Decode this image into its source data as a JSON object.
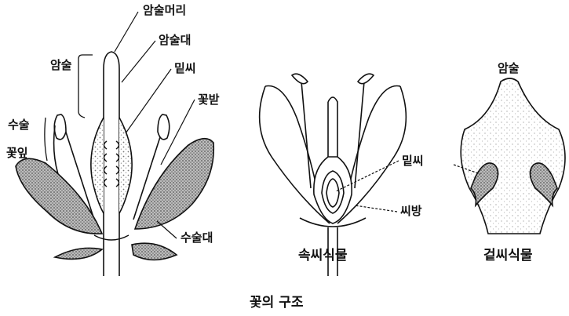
{
  "caption": "꽃의 구조",
  "flower": {
    "labels": {
      "stigma": "암술머리",
      "style": "암술대",
      "ovule": "밑씨",
      "receptacle": "꽃받",
      "pistil": "암술",
      "stamen": "수술",
      "petal": "꽃잎",
      "filament": "수술대"
    }
  },
  "angiosperm": {
    "title": "속씨식물",
    "labels": {
      "ovule": "밑씨",
      "ovary": "씨방"
    }
  },
  "gymnosperm": {
    "title": "겉씨식물",
    "labels": {
      "pistil": "암술"
    }
  },
  "colors": {
    "line": "#111111",
    "shade": "#9a9a9a"
  }
}
